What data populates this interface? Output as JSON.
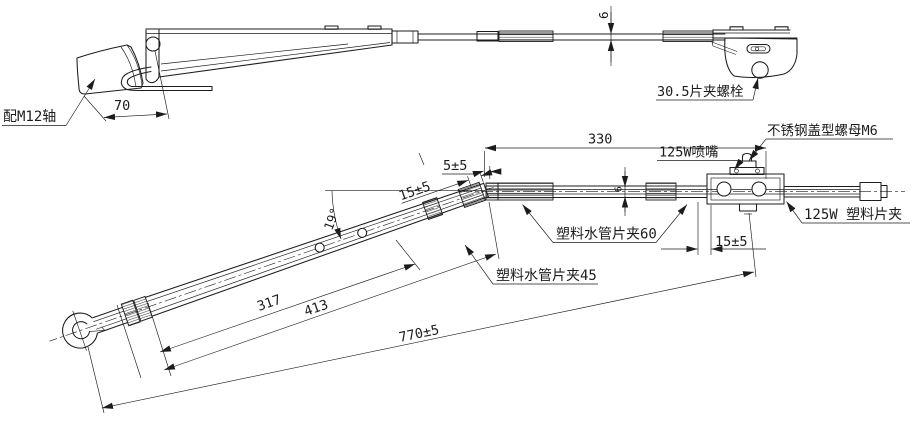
{
  "colors": {
    "background": "#ffffff",
    "line": "#1c1c1c"
  },
  "top_view": {
    "label_shaft": "配M12轴",
    "dim_head_width": "70",
    "dim_arm_thickness": "6",
    "label_clamp_bolt": "30.5片夹螺栓"
  },
  "bottom_view": {
    "dim_straight_length": "330",
    "label_nozzle": "125W喷嘴",
    "label_cap_nut": "不锈钢盖型螺母M6",
    "label_blade_clip": "125W 塑料片夹",
    "label_pipe_clip_60": "塑料水管片夹60",
    "label_pipe_clip_45": "塑料水管片夹45",
    "dim_bend_gap": "5±5",
    "dim_bend_offset": "15±5",
    "dim_clamp_offset": "15±5",
    "dim_bend_angle": "19°",
    "dim_len_317": "317",
    "dim_len_413": "413",
    "dim_overall_length": "770±5",
    "dim_tube_dia": "6"
  }
}
